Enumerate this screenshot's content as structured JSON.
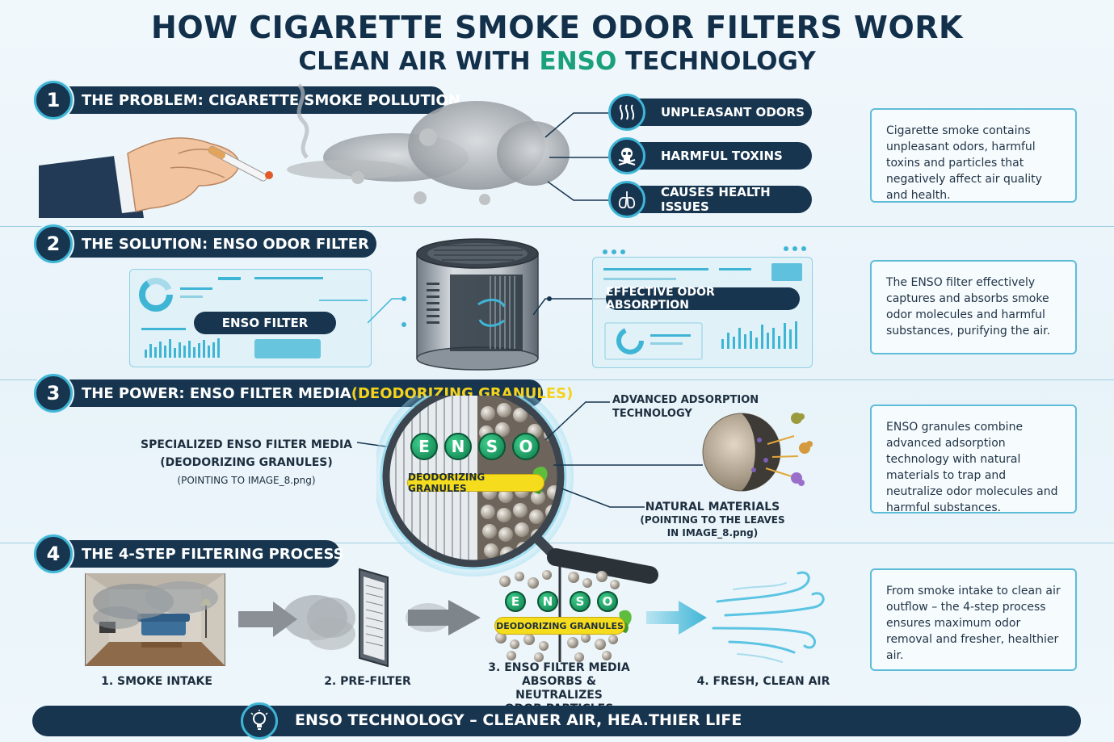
{
  "header": {
    "title": "HOW CIGARETTE SMOKE ODOR FILTERS WORK",
    "subtitle_before": "CLEAN AIR WITH ",
    "subtitle_brand": "ENSO",
    "subtitle_after": " TECHNOLOGY"
  },
  "sections": [
    {
      "num": "1",
      "title": "THE PROBLEM: CIGARETTE SMOKE POLLUTION"
    },
    {
      "num": "2",
      "title": "THE SOLUTION: ENSO ODOR FILTER"
    },
    {
      "num": "3",
      "title_main": "THE POWER: ENSO FILTER MEDIA ",
      "title_highlight": "(DEODORIZING GRANULES)"
    },
    {
      "num": "4",
      "title": "THE 4-STEP FILTERING PROCESS"
    }
  ],
  "problem": {
    "tags": [
      "UNPLEASANT ODORS",
      "HARMFUL TOXINS",
      "CAUSES HEALTH ISSUES"
    ],
    "icons": [
      "smell-waves-icon",
      "skull-icon",
      "lungs-icon"
    ],
    "info": "Cigarette smoke contains unpleasant odors, harmful toxins and particles that negatively affect air quality and health."
  },
  "solution": {
    "filter_label": "ENSO FILTER",
    "absorption_label": "EFFECTIVE ODOR ABSORPTION",
    "info": "The ENSO filter effectively captures and absorbs smoke odor molecules and harmful substances, purifying the air."
  },
  "power": {
    "media_label_line1": "SPECIALIZED ENSO FILTER MEDIA",
    "media_label_line2": "(DEODORIZING GRANULES)",
    "media_label_line3": "(POINTING TO IMAGE_8.png)",
    "adv_line1": "ADVANCED ADSORPTION",
    "adv_line2": "TECHNOLOGY",
    "nat_line1": "NATURAL MATERIALS",
    "nat_line2": "(POINTING TO THE LEAVES",
    "nat_line3": "IN IMAGE_8.png)",
    "letters": [
      "E",
      "N",
      "S",
      "O"
    ],
    "granules_tag": "DEODORIZING GRANULES",
    "info": "ENSO granules combine advanced adsorption technology with natural materials to trap and neutralize odor molecules and harmful substances."
  },
  "process": {
    "step1": "1. SMOKE INTAKE",
    "step2": "2. PRE-FILTER",
    "step3_line1": "3. ENSO FILTER MEDIA",
    "step3_line2": "ABSORBS & NEUTRALIZES",
    "step3_line3": "ODOR PARTICLES",
    "step4": "4. FRESH, CLEAN AIR",
    "granules_tag": "DEODORIZING GRANULES",
    "info": "From smoke intake to clean air outflow – the 4-step process ensures maximum odor removal and fresher, healthier air."
  },
  "footer": {
    "text": "ENSO TECHNOLOGY – CLEANER AIR, HEA.THIER LIFE",
    "icon": "lightbulb-icon"
  },
  "colors": {
    "navy": "#17354f",
    "accent": "#3fb5d6",
    "brand_green": "#1aa07a",
    "highlight_yellow": "#f5d21c"
  }
}
